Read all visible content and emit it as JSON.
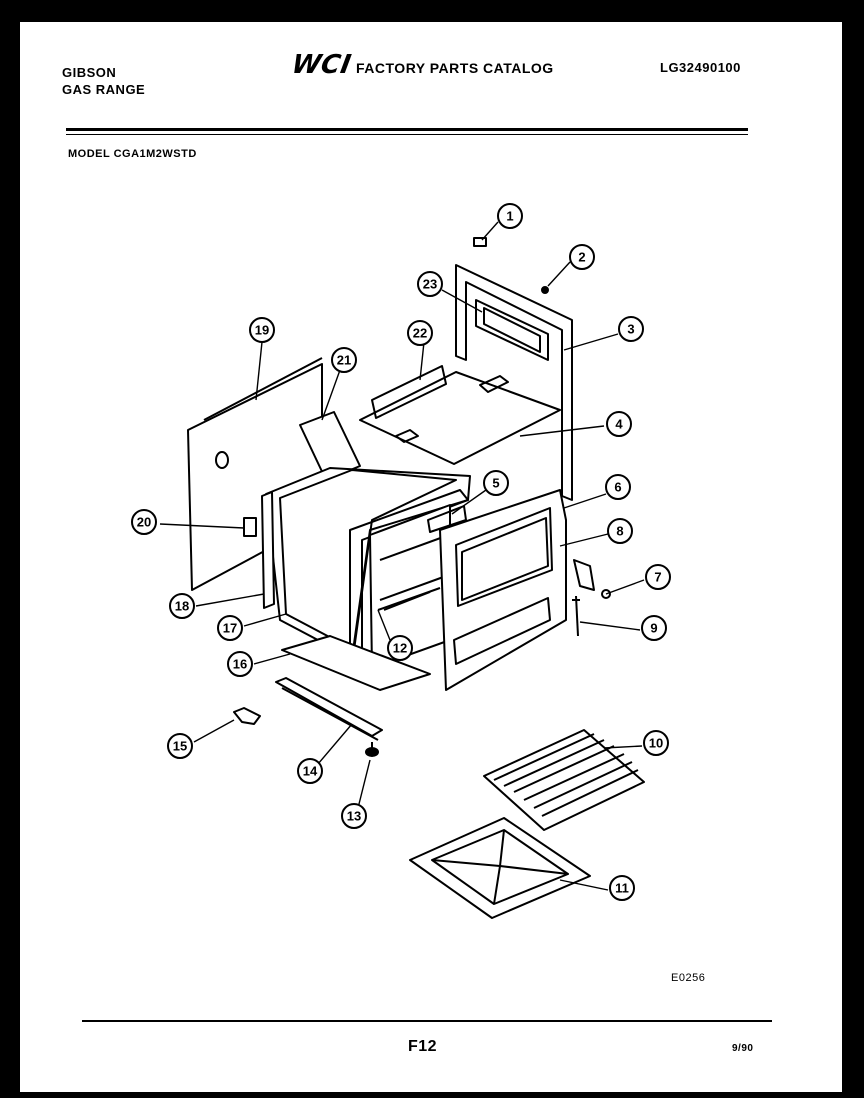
{
  "header": {
    "brand_line1": "GIBSON",
    "brand_line2": "GAS RANGE",
    "logo_text": "WCI",
    "catalog_title": "FACTORY PARTS CATALOG",
    "doc_code": "LG32490100",
    "model": "MODEL CGA1M2WSTD"
  },
  "diagram": {
    "callouts": [
      "1",
      "2",
      "3",
      "4",
      "5",
      "6",
      "7",
      "8",
      "9",
      "10",
      "11",
      "12",
      "13",
      "14",
      "15",
      "16",
      "17",
      "18",
      "19",
      "20",
      "21",
      "22",
      "23"
    ]
  },
  "footer": {
    "ref_code": "E0256",
    "page_number": "F12",
    "date_code": "9/90"
  }
}
